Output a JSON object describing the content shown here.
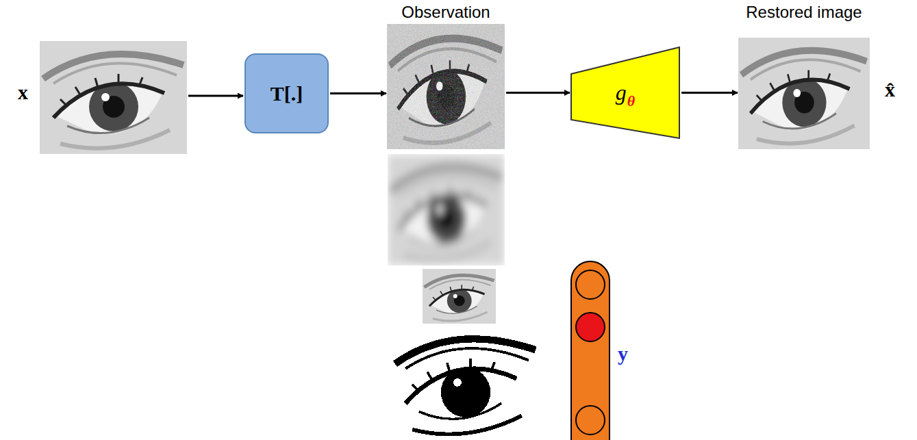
{
  "diagram": {
    "nodes": [
      {
        "text": [
          "T[.]"
        ]
      },
      {
        "text": [
          "Observation"
        ]
      },
      {
        "text": [
          "g",
          "θ"
        ]
      },
      {
        "text": [
          "Restored image"
        ]
      }
    ],
    "edges": [
      {
        "from": 0,
        "to": 1,
        "arrow": "to"
      },
      {
        "from": 1,
        "to": 2,
        "arrow": "to"
      },
      {
        "from": 2,
        "to": 3,
        "arrow": "to"
      }
    ],
    "labels": [
      "x",
      "x̂",
      "y"
    ]
  }
}
